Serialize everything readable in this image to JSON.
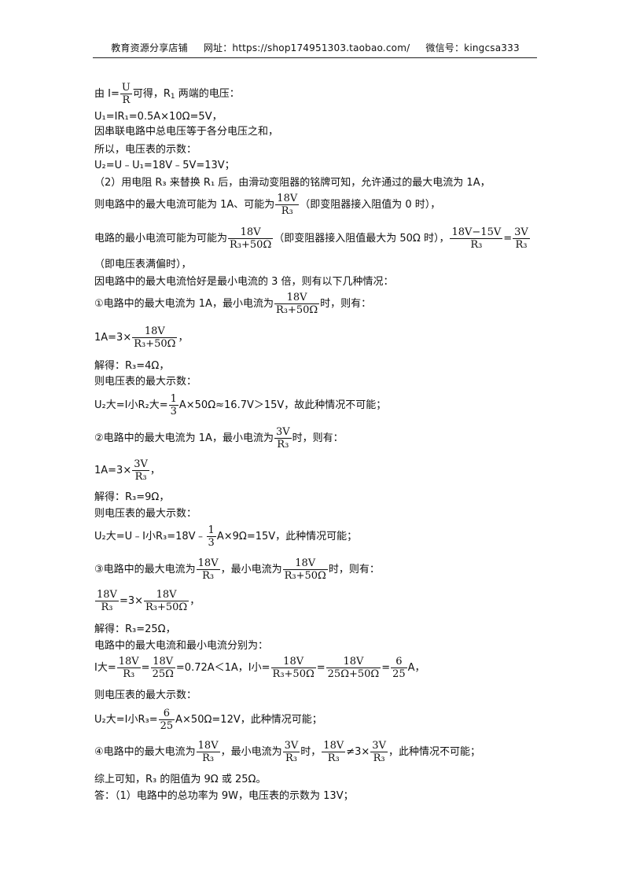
{
  "header": {
    "shop": "教育资源分享店铺",
    "url_label": "网址：https://shop174951303.taobao.com/",
    "wechat": "微信号：kingcsa333"
  },
  "lines": {
    "l1_a": "由 I=",
    "l1_f_n": "U",
    "l1_f_d": "R",
    "l1_b": "可得，R",
    "l1_sub": "1",
    "l1_c": " 两端的电压：",
    "l2": "U₁=IR₁=0.5A×10Ω=5V，",
    "l3": "因串联电路中总电压等于各分电压之和，",
    "l4": "所以，电压表的示数：",
    "l5": "U₂=U﹣U₁=18V﹣5V=13V；",
    "l6": "（2）用电阻 R₃ 来替换 R₁ 后，由滑动变阻器的铭牌可知，允许通过的最大电流为 1A，",
    "l7_a": "则电路中的最大电流可能为 1A、可能为",
    "l7_f_n": "18V",
    "l7_f_d": "R₃",
    "l7_b": "（即变阻器接入阻值为 0 时），",
    "l8_a": "电路的最小电流可能为可能为",
    "l8_f_n": "18V",
    "l8_f_d": "R₃+50Ω",
    "l8_b": "（即变阻器接入阻值最大为 50Ω 时），",
    "l8_f2_n": "18V−15V",
    "l8_f2_d": "R₃",
    "l8_eq": "=",
    "l8_f3_n": "3V",
    "l8_f3_d": "R₃",
    "l9": "（即电压表满偏时），",
    "l10": "因电路中的最大电流恰好是最小电流的 3 倍，则有以下几种情况：",
    "l11_a": "①电路中的最大电流为 1A，最小电流为",
    "l11_f_n": "18V",
    "l11_f_d": "R₃+50Ω",
    "l11_b": "时，则有：",
    "l12_a": "1A=3×",
    "l12_f_n": "18V",
    "l12_f_d": "R₃+50Ω",
    "l12_b": "，",
    "l13": "解得：R₃=4Ω，",
    "l14": "则电压表的最大示数：",
    "l15_a": "U₂大=I小R₂大=",
    "l15_f_n": "1",
    "l15_f_d": "3",
    "l15_b": "A×50Ω≈16.7V＞15V，故此种情况不可能；",
    "l16_a": "②电路中的最大电流为 1A，最小电流为",
    "l16_f_n": "3V",
    "l16_f_d": "R₃",
    "l16_b": "时，则有：",
    "l17_a": "1A=3×",
    "l17_f_n": "3V",
    "l17_f_d": "R₃",
    "l17_b": "，",
    "l18": "解得：R₃=9Ω，",
    "l19": "则电压表的最大示数：",
    "l20_a": "U₂大=U﹣I小R₃=18V﹣",
    "l20_f_n": "1",
    "l20_f_d": "3",
    "l20_b": "A×9Ω=15V，此种情况可能；",
    "l21_a": "③电路中的最大电流为",
    "l21_f_n": "18V",
    "l21_f_d": "R₃",
    "l21_b": "，最小电流为",
    "l21_f2_n": "18V",
    "l21_f2_d": "R₃+50Ω",
    "l21_c": "时，则有：",
    "l22_f_n": "18V",
    "l22_f_d": "R₃",
    "l22_a": "=3×",
    "l22_f2_n": "18V",
    "l22_f2_d": "R₃+50Ω",
    "l22_b": "，",
    "l23": "解得：R₃=25Ω，",
    "l24": "电路中的最大电流和最小电流分别为：",
    "l25_a": "I大=",
    "l25_f_n": "18V",
    "l25_f_d": "R₃",
    "l25_eq": "=",
    "l25_f2_n": "18V",
    "l25_f2_d": "25Ω",
    "l25_b": "=0.72A＜1A，I小=",
    "l25_f3_n": "18V",
    "l25_f3_d": "R₃+50Ω",
    "l25_eq2": "=",
    "l25_f4_n": "18V",
    "l25_f4_d": "25Ω+50Ω",
    "l25_eq3": "=",
    "l25_f5_n": "6",
    "l25_f5_d": "25",
    "l25_c": "A，",
    "l26": "则电压表的最大示数：",
    "l27_a": "U₂大=I小R₃=",
    "l27_f_n": "6",
    "l27_f_d": "25",
    "l27_b": "A×50Ω=12V，此种情况可能；",
    "l28_a": "④电路中的最大电流为",
    "l28_f_n": "18V",
    "l28_f_d": "R₃",
    "l28_b": "，最小电流为",
    "l28_f2_n": "3V",
    "l28_f2_d": "R₃",
    "l28_c": "时，",
    "l28_f3_n": "18V",
    "l28_f3_d": "R₃",
    "l28_d": "≠3×",
    "l28_f4_n": "3V",
    "l28_f4_d": "R₃",
    "l28_e": "，此种情况不可能；",
    "l29": "综上可知，R₃ 的阻值为 9Ω 或 25Ω。",
    "l30": "答：（1）电路中的总功率为 9W，电压表的示数为 13V；"
  }
}
